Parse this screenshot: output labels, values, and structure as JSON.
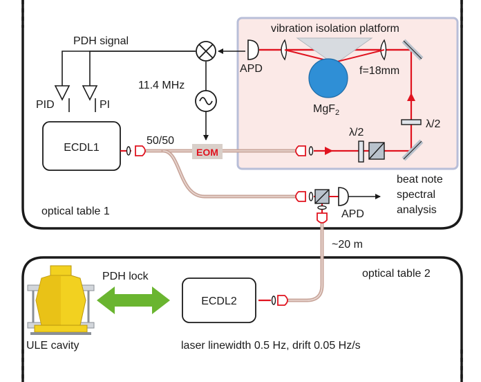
{
  "labels": {
    "pdh_signal": "PDH signal",
    "pid": "PID",
    "pi": "PI",
    "freq": "11.4 MHz",
    "ecdl1": "ECDL1",
    "splitter": "50/50",
    "eom": "EOM",
    "platform": "vibration isolation platform",
    "apd_top": "APD",
    "f_main": "f=18mm",
    "mgf2_base": "MgF",
    "mgf2_sub": "2",
    "half_wave": "λ/2",
    "beat_note_1": "beat note",
    "beat_note_2": "spectral",
    "beat_note_3": "analysis",
    "apd_bottom": "APD",
    "table1": "optical table 1",
    "fiber_length": "~20 m",
    "table2": "optical table 2",
    "pdh_lock": "PDH lock",
    "ecdl2": "ECDL2",
    "ule_cavity": "ULE cavity",
    "linewidth": "laser linewidth 0.5 Hz, drift 0.05 Hz/s"
  },
  "colors": {
    "beam": "#e0131f",
    "fiber": "#c8a59a",
    "platform_fill": "#fbe9e7",
    "platform_stroke": "#b8bed8",
    "resonator": "#2f8fd6",
    "prism": "#d7dbe0",
    "eom_fill": "#d9cfc9",
    "eom_text": "#e0131f",
    "arrow_green": "#6ab530",
    "cavity_gold": "#f2d120"
  }
}
